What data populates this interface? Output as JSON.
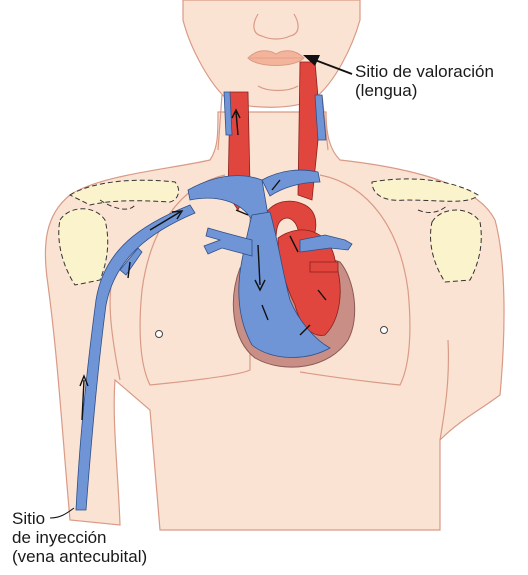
{
  "assessment_site": {
    "line1": "Sitio de valoración",
    "line2": "(lengua)"
  },
  "injection_site": {
    "line1": "Sitio",
    "line2": "de inyección",
    "line3": "(vena antecubital)"
  },
  "colors": {
    "skin": "#fbe3d3",
    "skin_outline": "#d99a86",
    "lips": "#f4b49c",
    "venous_blood": "#6f95d6",
    "arterial_blood": "#e0453e",
    "pericardium": "#c98e86",
    "bone": "#fbf3cc",
    "arrow": "#111111"
  }
}
